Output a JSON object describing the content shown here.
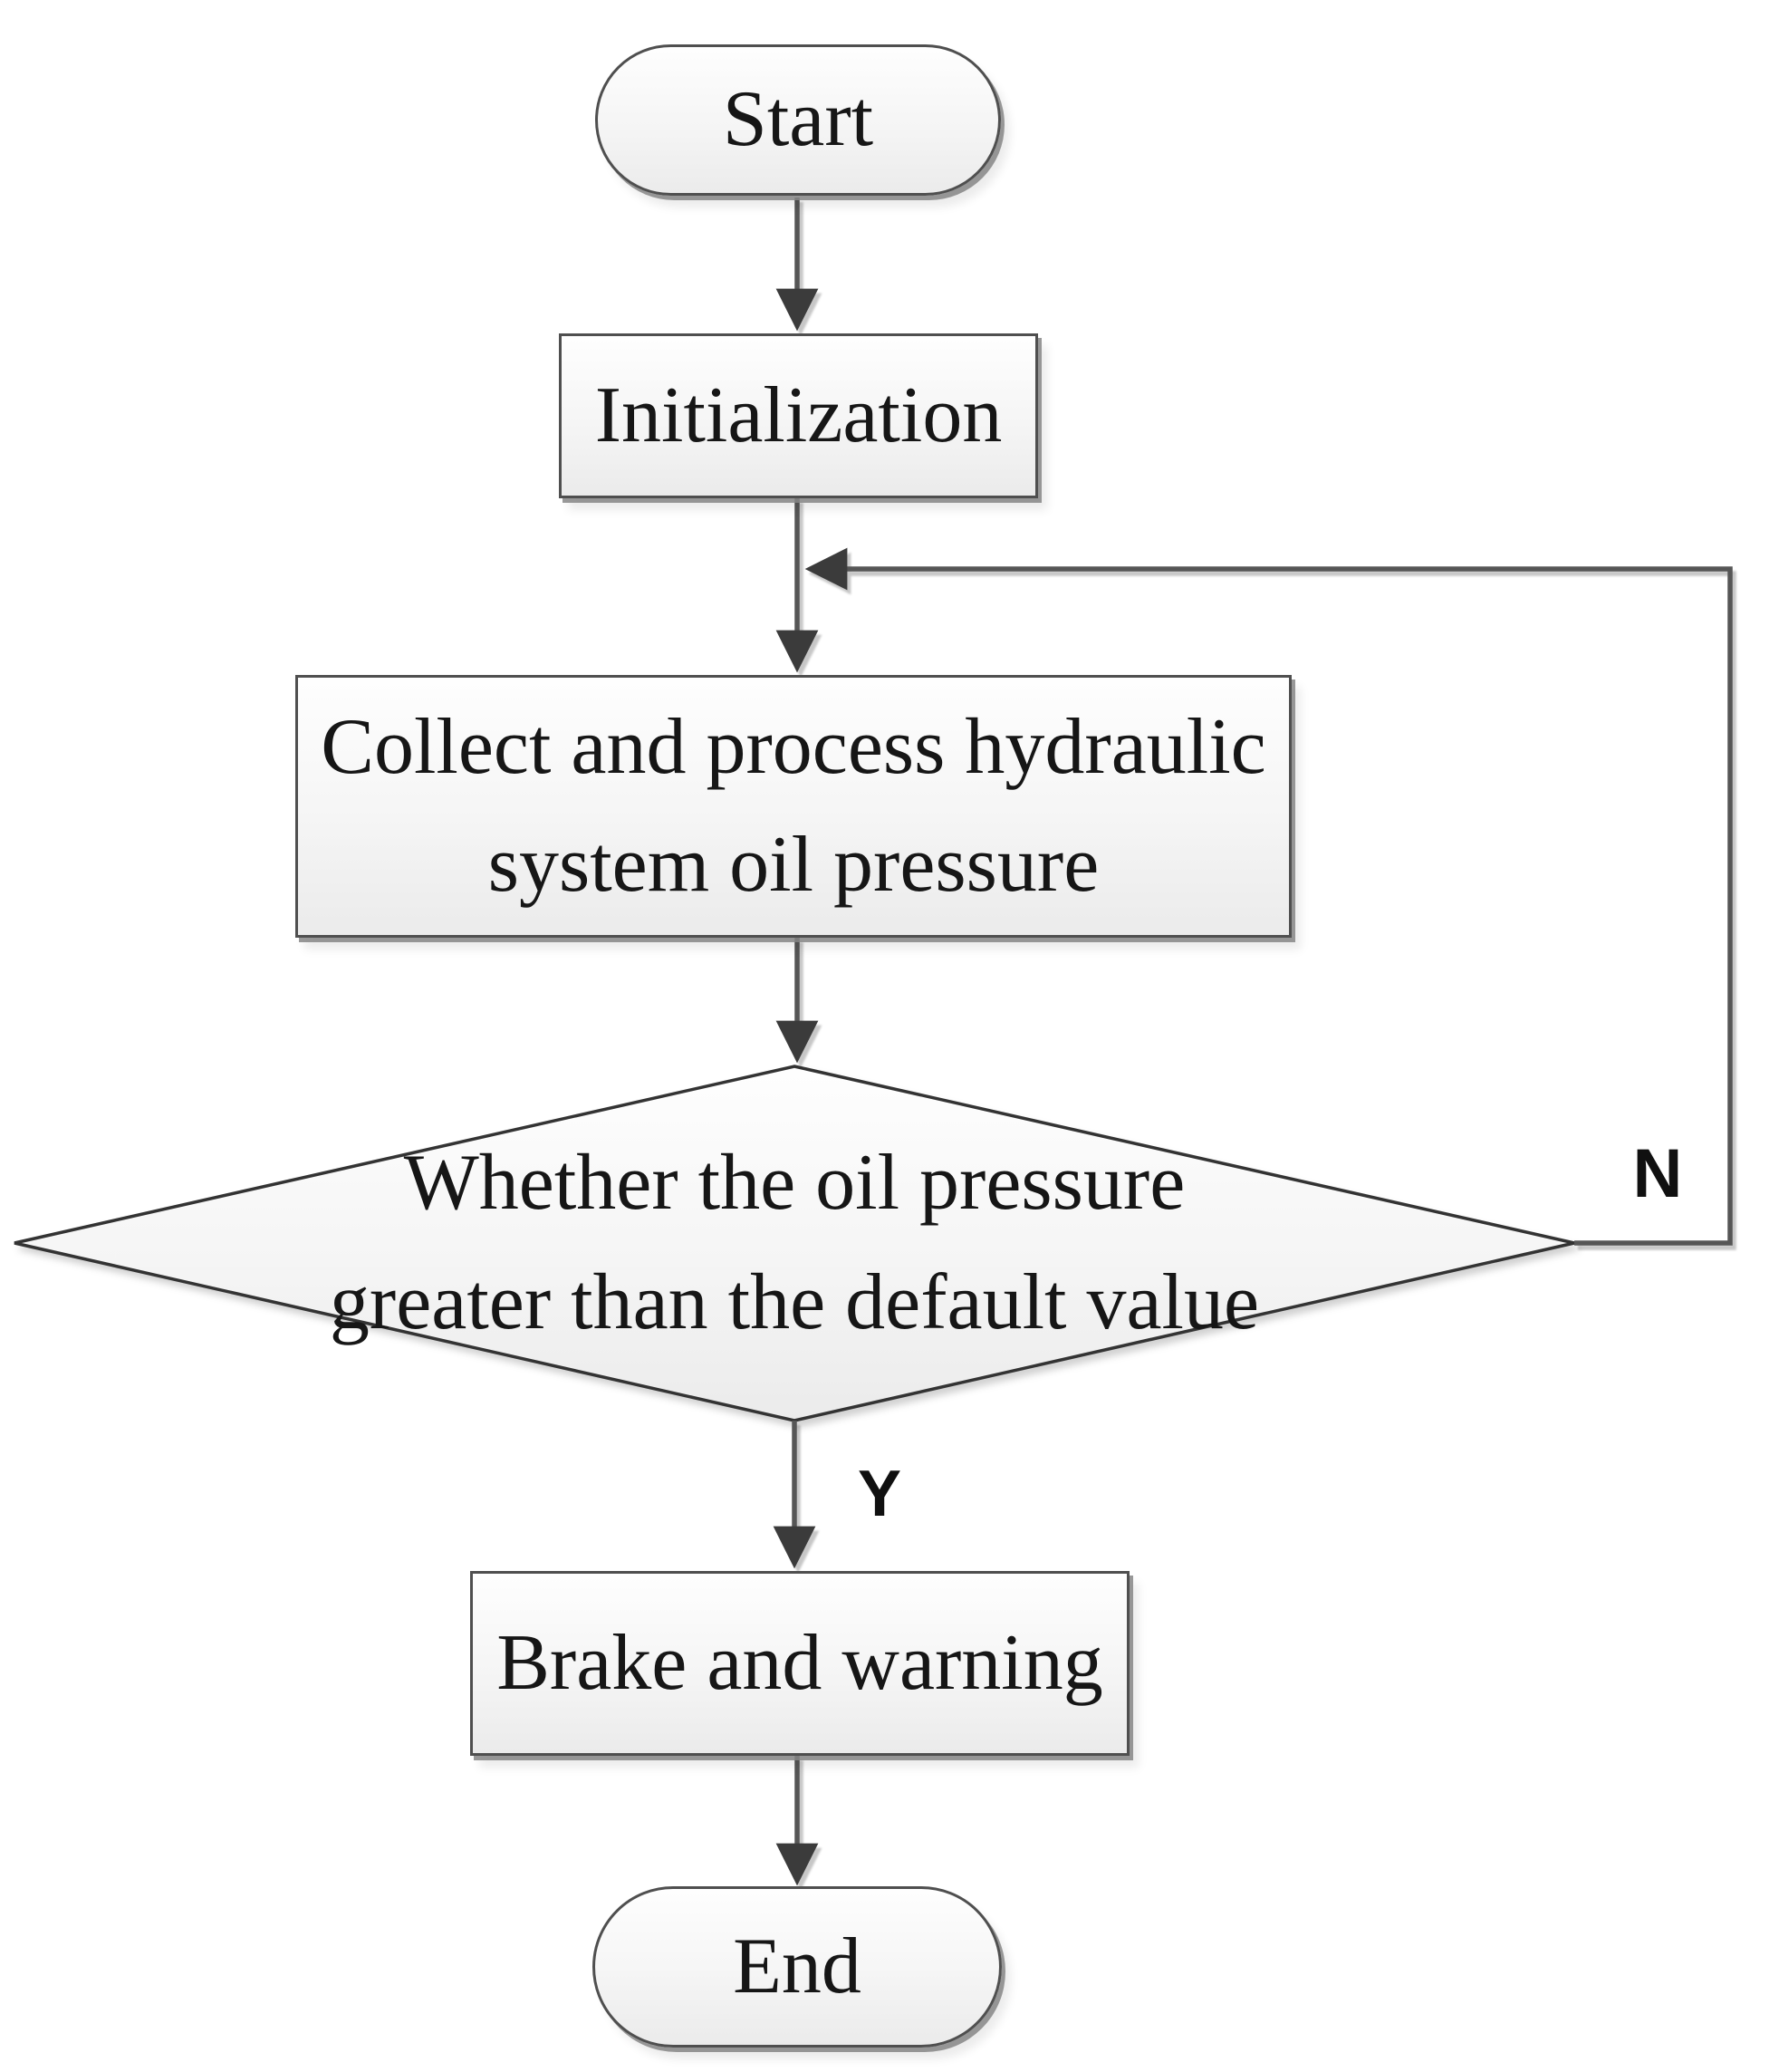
{
  "flowchart": {
    "nodes": {
      "start": {
        "label": "Start",
        "shape": "terminator"
      },
      "initialization": {
        "label": "Initialization",
        "shape": "process"
      },
      "collect": {
        "shape": "process",
        "lines": [
          "Collect and process hydraulic",
          "system oil pressure"
        ]
      },
      "decision": {
        "shape": "decision",
        "lines": [
          "Whether the oil pressure",
          "greater than the default value"
        ]
      },
      "brake": {
        "label": "Brake and warning",
        "shape": "process"
      },
      "end": {
        "label": "End",
        "shape": "terminator"
      }
    },
    "branch_labels": {
      "yes": "Y",
      "no": "N"
    },
    "colors": {
      "background": "#ffffff",
      "shape_border": "#4f4f4f",
      "shape_shadow": "#868686",
      "decision_border": "#333333",
      "connector": "#565656",
      "arrowhead": "#3b3b3b",
      "shape_fill_top": "#fefefe",
      "shape_fill_bottom": "#ebebeb",
      "text": "#161616"
    }
  }
}
